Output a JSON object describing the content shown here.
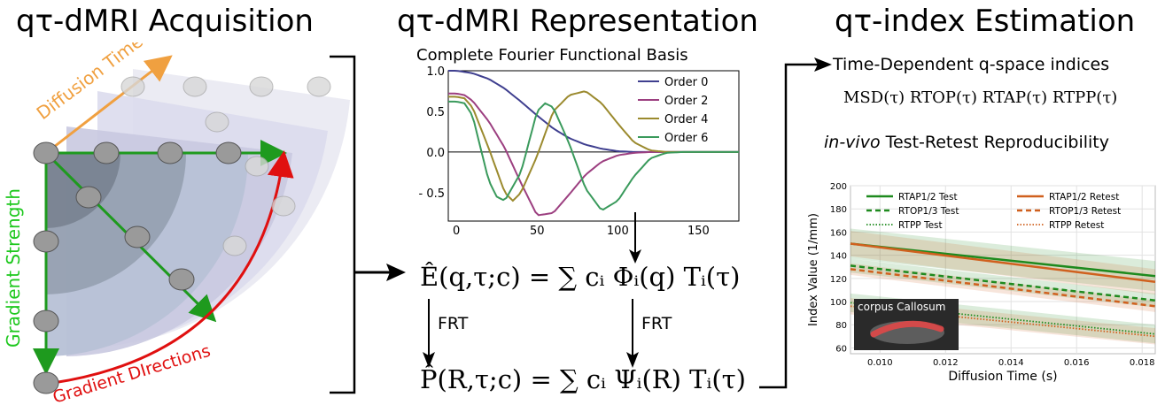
{
  "panels": {
    "acquisition_title": "qτ-dMRI Acquisition",
    "representation_title": "qτ-dMRI Representation",
    "estimation_title": "qτ-index Estimation"
  },
  "acquisition": {
    "diffusion_time_label": "Diffusion Time",
    "gradient_strength_label": "Gradient Strength",
    "gradient_directions_label": "Gradient DIrections"
  },
  "representation": {
    "basis_title": "Complete Fourier Functional Basis",
    "basis_legend": [
      "Order 0",
      "Order 2",
      "Order 4",
      "Order 6"
    ],
    "eq_E_lhs": "Ê(q,τ;c) = ∑",
    "eq_E_rhs": "cᵢ Φᵢ(q) Tᵢ(τ)",
    "eq_P_lhs": "P̂(R,τ;c) = ∑",
    "eq_P_rhs": "cᵢ Ψᵢ(R) Tᵢ(τ)",
    "frt_left": "FRT",
    "frt_right": "FRT"
  },
  "estimation": {
    "indices_title": "Time-Dependent q-space indices",
    "indices_list": "MSD(τ)  RTOP(τ)  RTAP(τ)  RTPP(τ)",
    "reproducibility_prefix": "in-vivo",
    "reproducibility_suffix": " Test-Retest Reproducibility",
    "inset_label": "corpus Callosum"
  },
  "colors": {
    "order0": "#3f3f8f",
    "order2": "#9c3f80",
    "order4": "#9b8a2e",
    "order6": "#3a9a5c",
    "test": "#1e8a1e",
    "retest": "#d0601e",
    "arrow_green": "#1e9a1e",
    "arrow_red": "#e01010",
    "arrow_orange": "#f0a040"
  },
  "chart_data": [
    {
      "type": "line",
      "title": "Complete Fourier Functional Basis",
      "xlabel": "",
      "ylabel": "",
      "xlim": [
        -5,
        175
      ],
      "ylim": [
        -0.85,
        1.0
      ],
      "xticks": [
        0,
        50,
        100,
        150
      ],
      "yticks": [
        1.0,
        0.5,
        0.0,
        -0.5
      ],
      "ytick_labels": [
        "1.0",
        "0.5",
        "0.0",
        "- 0.5"
      ],
      "legend": "top-right",
      "series": [
        {
          "name": "Order 0",
          "x": [
            0,
            10,
            20,
            30,
            40,
            50,
            60,
            70,
            80,
            90,
            100,
            110,
            120,
            130,
            140,
            150,
            170
          ],
          "y": [
            1.0,
            0.97,
            0.9,
            0.78,
            0.62,
            0.45,
            0.29,
            0.17,
            0.09,
            0.04,
            0.01,
            0.0,
            0.0,
            0.0,
            0.0,
            0.0,
            0.0
          ]
        },
        {
          "name": "Order 2",
          "x": [
            0,
            5,
            10,
            20,
            30,
            40,
            50,
            60,
            70,
            80,
            90,
            100,
            110,
            120,
            130,
            140,
            150,
            170
          ],
          "y": [
            0.72,
            0.7,
            0.63,
            0.38,
            0.05,
            -0.38,
            -0.78,
            -0.75,
            -0.52,
            -0.28,
            -0.12,
            -0.04,
            -0.01,
            0.0,
            0.0,
            0.0,
            0.0,
            0.0
          ]
        },
        {
          "name": "Order 4",
          "x": [
            0,
            5,
            10,
            20,
            30,
            35,
            40,
            50,
            60,
            70,
            80,
            90,
            100,
            110,
            120,
            130,
            140,
            150,
            170
          ],
          "y": [
            0.68,
            0.66,
            0.55,
            0.05,
            -0.5,
            -0.6,
            -0.5,
            -0.05,
            0.5,
            0.7,
            0.75,
            0.6,
            0.35,
            0.12,
            0.02,
            0.0,
            0.0,
            0.0,
            0.0
          ]
        },
        {
          "name": "Order 6",
          "x": [
            0,
            5,
            10,
            20,
            25,
            30,
            40,
            50,
            55,
            60,
            70,
            80,
            90,
            100,
            110,
            120,
            130,
            140,
            150,
            170
          ],
          "y": [
            0.62,
            0.6,
            0.45,
            -0.35,
            -0.55,
            -0.6,
            -0.25,
            0.5,
            0.6,
            0.55,
            0.1,
            -0.45,
            -0.72,
            -0.6,
            -0.3,
            -0.08,
            -0.01,
            0.0,
            0.0,
            0.0
          ]
        }
      ]
    },
    {
      "type": "line",
      "title": "",
      "xlabel": "Diffusion Time (s)",
      "ylabel": "Index Value (1/mm)",
      "xlim": [
        0.0091,
        0.0184
      ],
      "ylim": [
        55,
        200
      ],
      "xticks": [
        0.01,
        0.012,
        0.014,
        0.016,
        0.018
      ],
      "xtick_labels": [
        "0.010",
        "0.012",
        "0.014",
        "0.016",
        "0.018"
      ],
      "yticks": [
        60,
        80,
        100,
        120,
        140,
        160,
        180,
        200
      ],
      "grid": true,
      "legend": "top",
      "series": [
        {
          "name": "RTAP1/2 Test",
          "x": [
            0.0091,
            0.0184
          ],
          "y": [
            150,
            122
          ],
          "band": [
            13,
            13
          ]
        },
        {
          "name": "RTOP1/3 Test",
          "x": [
            0.0091,
            0.0184
          ],
          "y": [
            131,
            101
          ],
          "band": [
            6,
            6
          ]
        },
        {
          "name": "RTPP Test",
          "x": [
            0.0091,
            0.0184
          ],
          "y": [
            99,
            72
          ],
          "band": [
            8,
            8
          ]
        },
        {
          "name": "RTAP1/2 Retest",
          "x": [
            0.0091,
            0.0184
          ],
          "y": [
            150,
            117
          ],
          "band": [
            11,
            11
          ]
        },
        {
          "name": "RTOP1/3 Retest",
          "x": [
            0.0091,
            0.0184
          ],
          "y": [
            128,
            96
          ],
          "band": [
            5,
            5
          ]
        },
        {
          "name": "RTPP Retest",
          "x": [
            0.0091,
            0.0184
          ],
          "y": [
            96,
            70
          ],
          "band": [
            7,
            7
          ]
        }
      ]
    }
  ]
}
